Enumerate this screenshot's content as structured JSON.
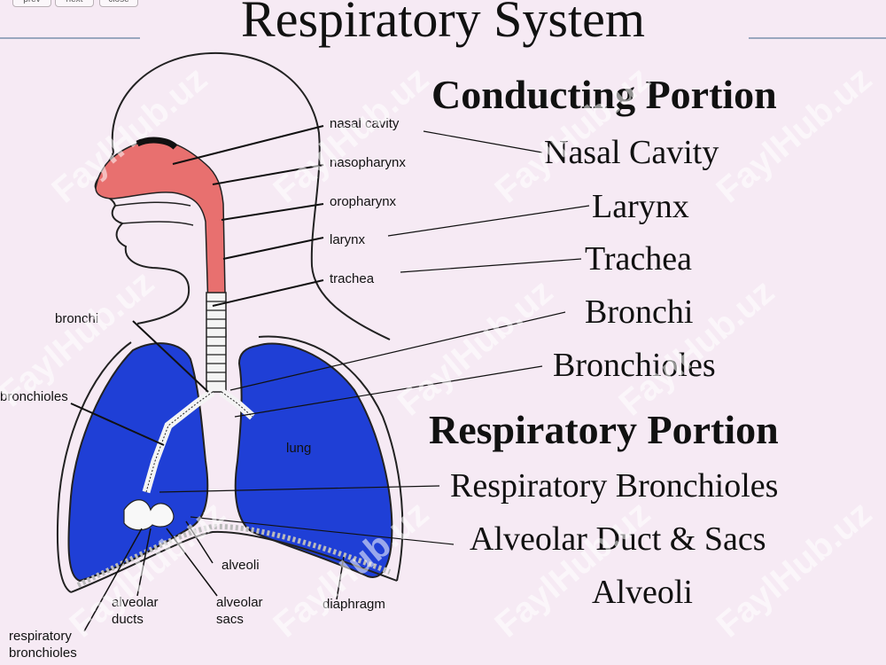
{
  "nav": {
    "prev": "prev",
    "next": "next",
    "close": "close"
  },
  "title": "Respiratory System",
  "conducting": {
    "heading": "Conducting Portion",
    "items": [
      "Nasal Cavity",
      "Larynx",
      "Trachea",
      "Bronchi",
      "Bronchioles"
    ]
  },
  "respiratory": {
    "heading": "Respiratory Portion",
    "items": [
      "Respiratory Bronchioles",
      "Alveolar Duct & Sacs",
      "Alveoli"
    ]
  },
  "anatomy_labels": {
    "nasal_cavity": "nasal cavity",
    "nasopharynx": "nasopharynx",
    "oropharynx": "oropharynx",
    "larynx": "larynx",
    "trachea": "trachea",
    "bronchi": "bronchi",
    "bronchioles": "bronchioles",
    "lung": "lung",
    "alveoli": "alveoli",
    "alveolar_ducts": "alveolar\nducts",
    "alveolar_sacs": "alveolar\nsacs",
    "diaphragm": "diaphragm",
    "respiratory_bronchioles": "respiratory\nbronchioles"
  },
  "watermark": "FaylHub.uz",
  "colors": {
    "airway": "#e8706f",
    "lung": "#1f3fd6",
    "background": "#f6eaf4"
  }
}
